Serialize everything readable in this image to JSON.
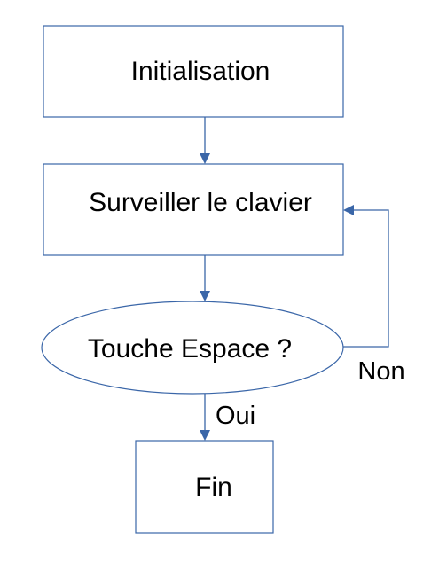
{
  "diagram": {
    "nodes": [
      {
        "id": "init",
        "shape": "rectangle",
        "label": "Initialisation"
      },
      {
        "id": "watch",
        "shape": "rectangle",
        "label": "Surveiller le clavier"
      },
      {
        "id": "decision",
        "shape": "ellipse",
        "label": "Touche Espace ?"
      },
      {
        "id": "end",
        "shape": "rectangle",
        "label": "Fin"
      }
    ],
    "edges": [
      {
        "from": "init",
        "to": "watch",
        "label": ""
      },
      {
        "from": "watch",
        "to": "decision",
        "label": ""
      },
      {
        "from": "decision",
        "to": "end",
        "label": "Oui"
      },
      {
        "from": "decision",
        "to": "watch",
        "label": "Non"
      }
    ]
  },
  "colors": {
    "node_stroke": "#3a66a8",
    "arrow": "#3a66a8",
    "text": "#000000",
    "background": "#ffffff"
  }
}
